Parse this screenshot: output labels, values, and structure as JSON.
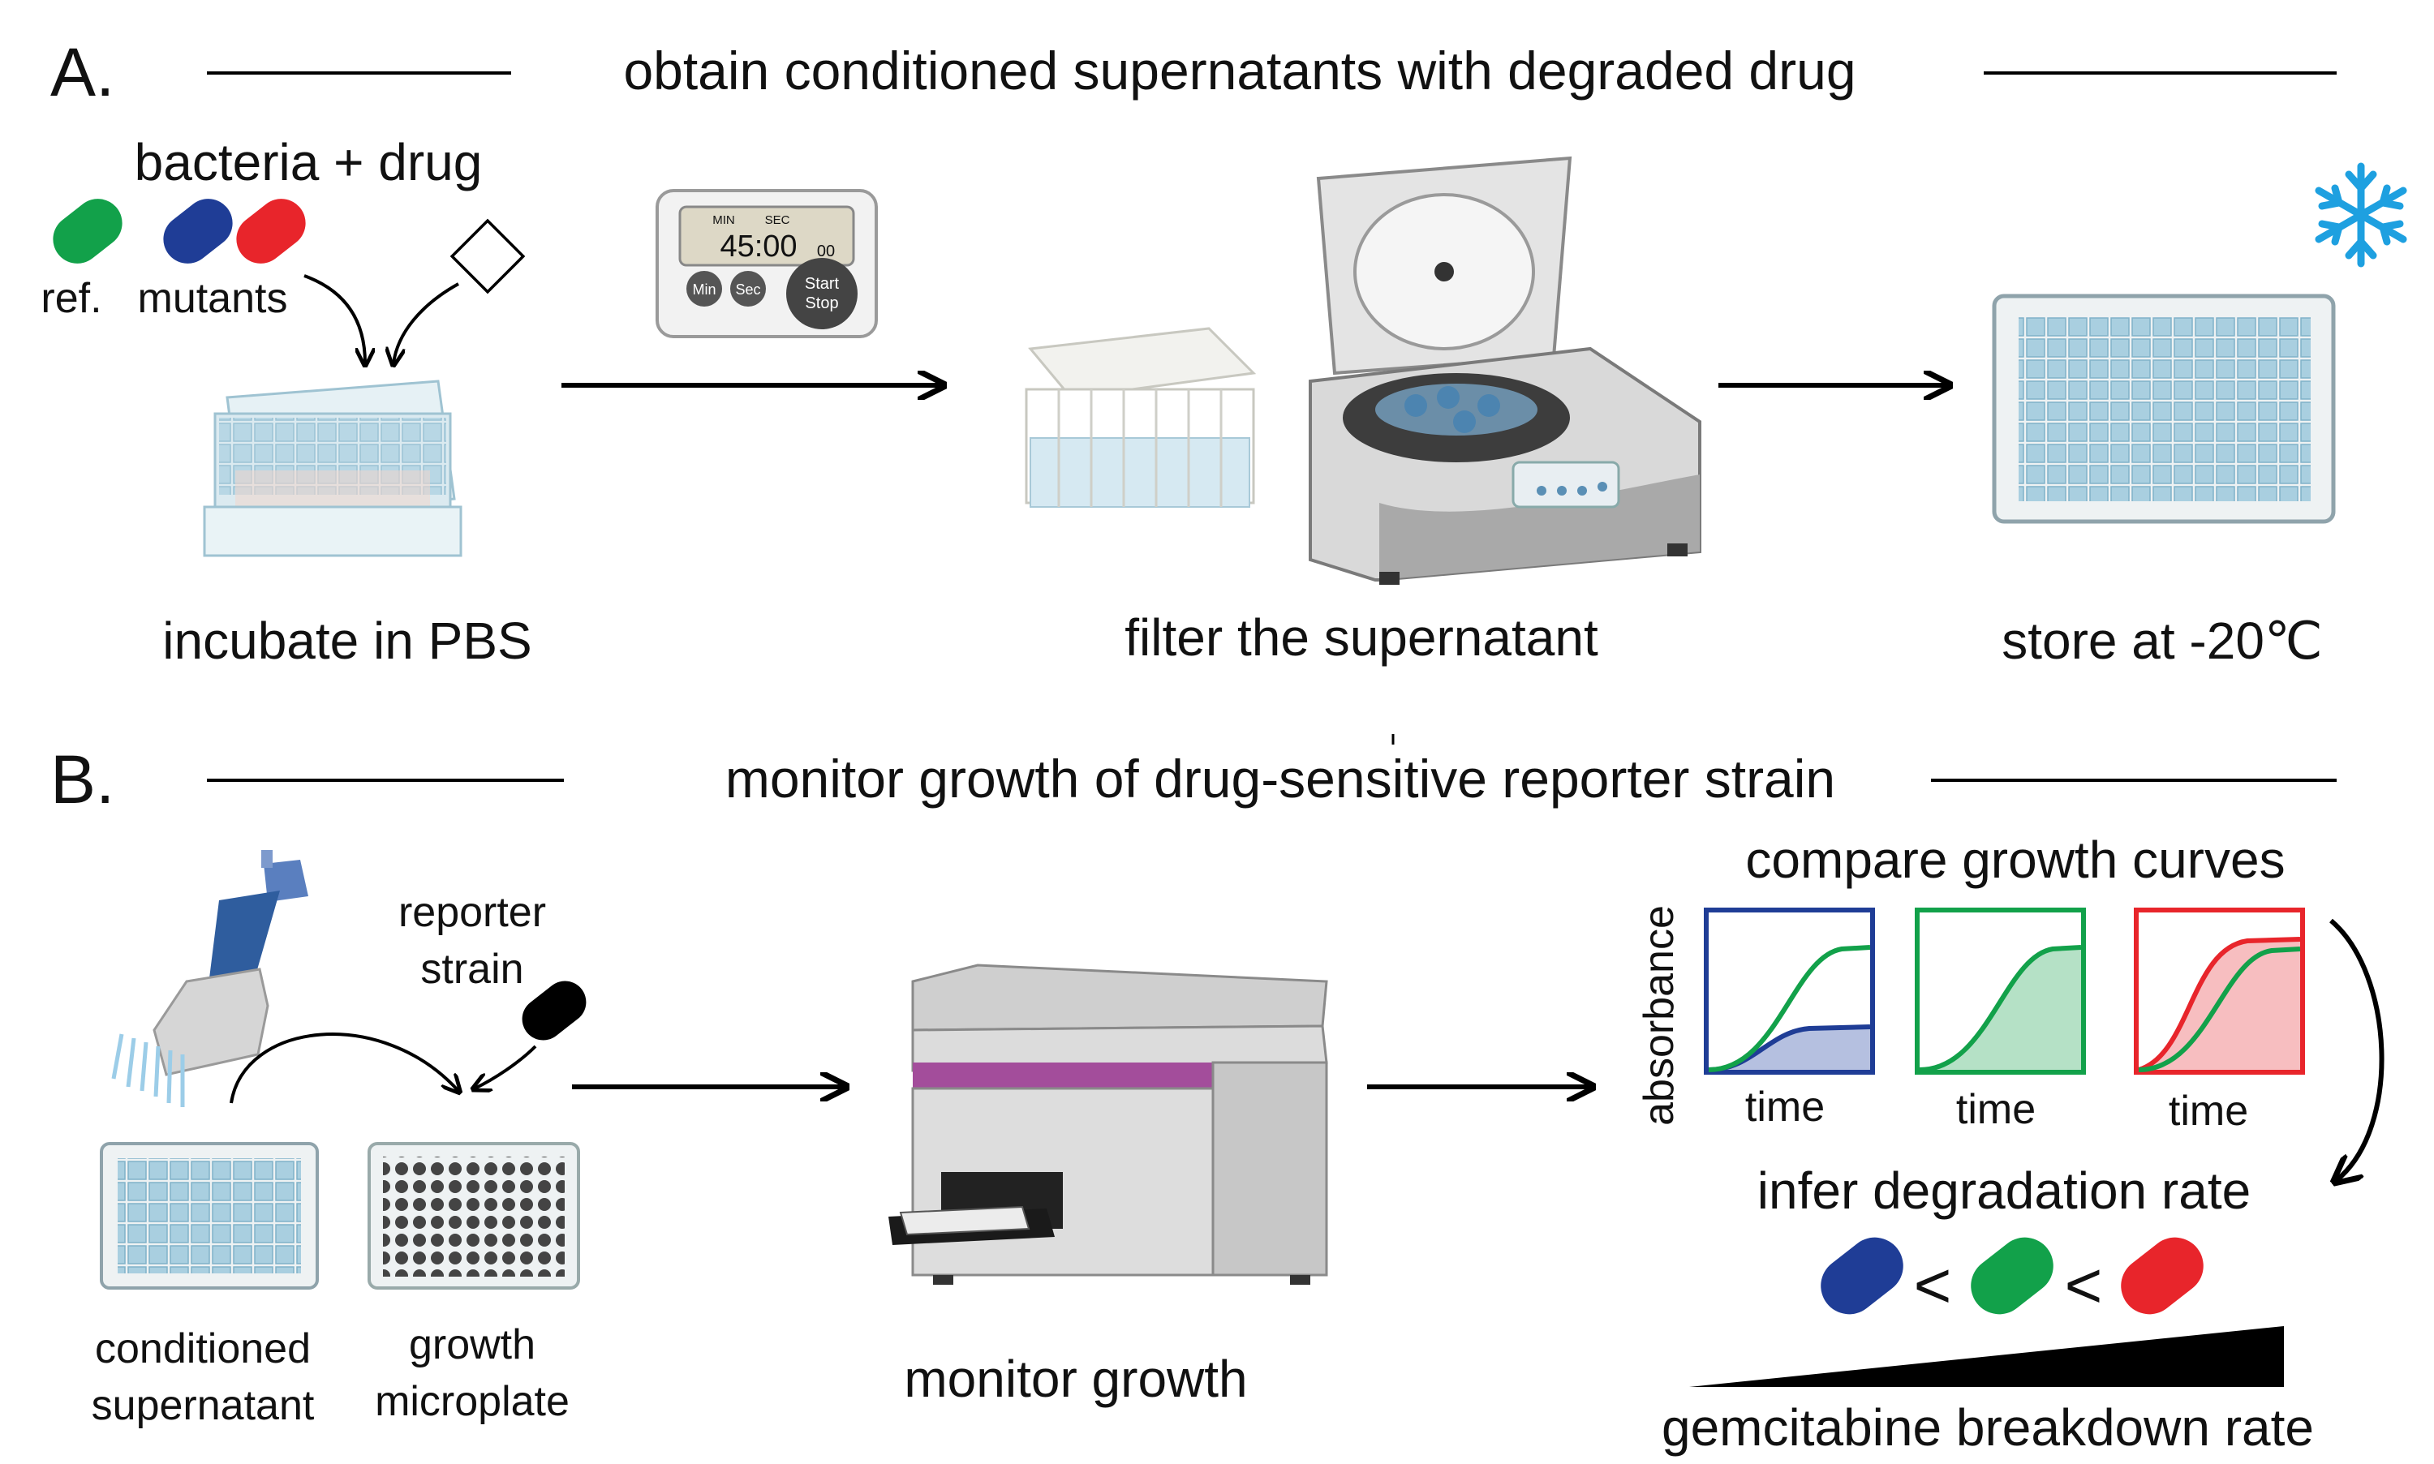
{
  "section_a": {
    "letter": "A.",
    "title": "obtain conditioned supernatants with degraded drug",
    "bacteria_drug": "bacteria + drug",
    "ref_label": "ref.",
    "mutants_label": "mutants",
    "incubate": "incubate in PBS",
    "timer": {
      "min_caption": "MIN",
      "sec_caption": "SEC",
      "display": "45:00",
      "display_small": "00",
      "min_button": "Min",
      "sec_button": "Sec",
      "start_line1": "Start",
      "start_line2": "Stop"
    },
    "filter": "filter the supernatant",
    "store": "store at -20℃"
  },
  "section_b": {
    "letter": "B.",
    "title": "monitor growth of drug-sensitive reporter strain",
    "reporter_line1": "reporter",
    "reporter_line2": "strain",
    "conditioned_line1": "conditioned",
    "conditioned_line2": "supernatant",
    "growth_line1": "growth",
    "growth_line2": "microplate",
    "monitor": "monitor growth",
    "compare": "compare growth curves",
    "y_axis": "absorbance",
    "x_axis_1": "time",
    "x_axis_2": "time",
    "x_axis_3": "time",
    "infer": "infer degradation rate",
    "less_than_1": "<",
    "less_than_2": "<",
    "breakdown": "gemcitabine breakdown rate"
  },
  "colors": {
    "reference_green": "#12a14a",
    "mutant_blue": "#1f3d96",
    "mutant_red": "#e8252b",
    "reporter_black": "#000000",
    "freeze_blue": "#1ea0e0",
    "reader_purple": "#a34d9b",
    "plate_blue": "#b8d8e6"
  },
  "icons": [
    "snowflake-icon",
    "timer-icon",
    "centrifuge-icon",
    "pipette-icon",
    "plate-reader-icon",
    "filter-plate-icon",
    "deep-well-plate-icon"
  ]
}
